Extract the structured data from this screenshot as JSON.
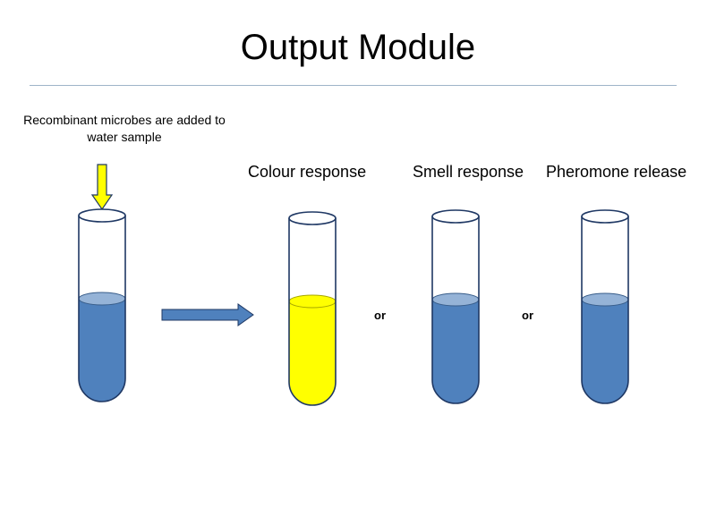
{
  "title": "Output Module",
  "input_note": "Recombinant microbes are added to water sample",
  "responses": [
    {
      "label": "Colour response"
    },
    {
      "label": "Smell response"
    },
    {
      "label": "Pheromone release"
    }
  ],
  "connectors": [
    "or",
    "or"
  ],
  "colors": {
    "liquid_blue": "#4f81bd",
    "liquid_yellow": "#ffff00",
    "outline": "#1f3864",
    "arrow_yellow": "#ffff00",
    "arrow_blue": "#4f81bd",
    "rule": "#9fb4c8"
  }
}
